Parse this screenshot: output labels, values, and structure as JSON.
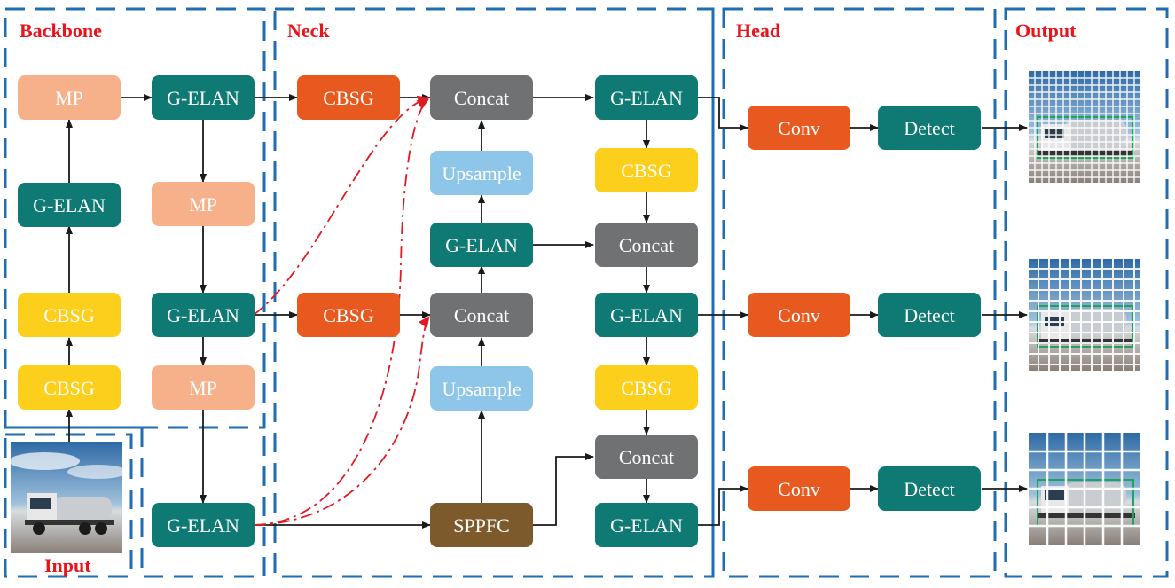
{
  "sections": {
    "backbone": "Backbone",
    "neck": "Neck",
    "head": "Head",
    "output": "Output",
    "input": "Input"
  },
  "colors": {
    "gelan": "#0e7a73",
    "mp": "#f6b18a",
    "cbsg_yellow": "#fccf1c",
    "cbsg_orange": "#e8591f",
    "concat": "#707173",
    "upsample": "#8ec6ea",
    "sppfc": "#7d5a2b",
    "conv": "#e8591f",
    "detect": "#0e7a73",
    "dashed_border": "#1f6db3",
    "arrow": "#1a1a1a",
    "skip_arrow": "#e01a22",
    "title": "#e8151c"
  },
  "backbone": {
    "col1": [
      "MP",
      "G-ELAN",
      "CBSG",
      "CBSG"
    ],
    "col2": [
      "G-ELAN",
      "MP",
      "G-ELAN",
      "MP",
      "G-ELAN"
    ]
  },
  "neck": {
    "cbsg": [
      "CBSG",
      "CBSG"
    ],
    "concat_col": [
      "Concat",
      "Upsample",
      "G-ELAN",
      "Concat",
      "Upsample",
      "SPPFC"
    ],
    "right_col": [
      "G-ELAN",
      "CBSG",
      "Concat",
      "G-ELAN",
      "CBSG",
      "Concat",
      "G-ELAN"
    ]
  },
  "head": {
    "conv": [
      "Conv",
      "Conv",
      "Conv"
    ],
    "detect": [
      "Detect",
      "Detect",
      "Detect"
    ]
  }
}
